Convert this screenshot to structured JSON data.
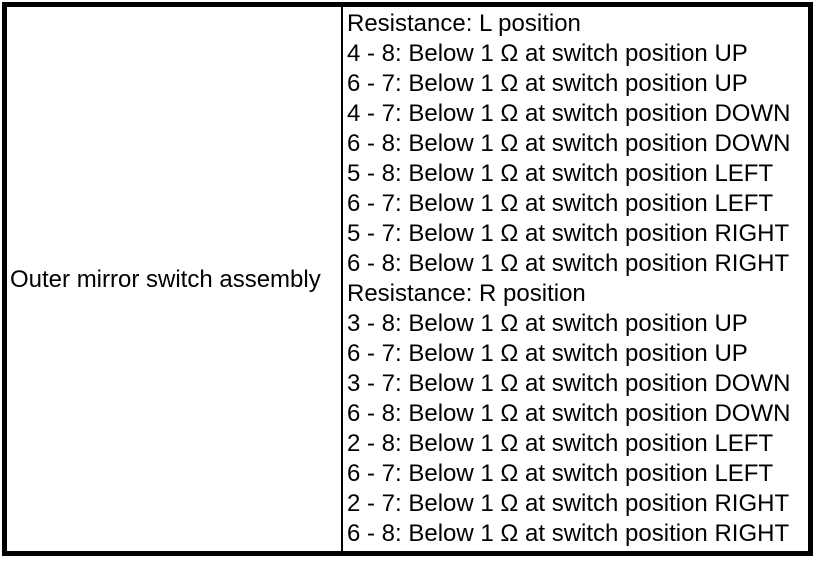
{
  "table": {
    "component_cell": {
      "label": "Outer mirror switch assembly"
    },
    "spec_cell": {
      "lines": [
        "Resistance: L position",
        "4 - 8: Below 1 Ω at switch position UP",
        "6 - 7: Below 1 Ω at switch position UP",
        "4 - 7: Below 1 Ω at switch position DOWN",
        "6 - 8: Below 1 Ω at switch position DOWN",
        "5 - 8: Below 1 Ω at switch position LEFT",
        "6 - 7: Below 1 Ω at switch position LEFT",
        "5 - 7: Below 1 Ω at switch position RIGHT",
        "6 - 8: Below 1 Ω at switch position RIGHT",
        "Resistance: R position",
        "3 - 8: Below 1 Ω at switch position UP",
        "6 - 7: Below 1 Ω at switch position UP",
        "3 - 7: Below 1 Ω at switch position DOWN",
        "6 - 8: Below 1 Ω at switch position DOWN",
        "2 - 8: Below 1 Ω at switch position LEFT",
        "6 - 7: Below 1 Ω at switch position LEFT",
        "2 - 7: Below 1 Ω at switch position RIGHT",
        "6 - 8: Below 1 Ω at switch position RIGHT"
      ]
    },
    "colors": {
      "border": "#000000",
      "text": "#000000",
      "background": "#ffffff"
    }
  }
}
